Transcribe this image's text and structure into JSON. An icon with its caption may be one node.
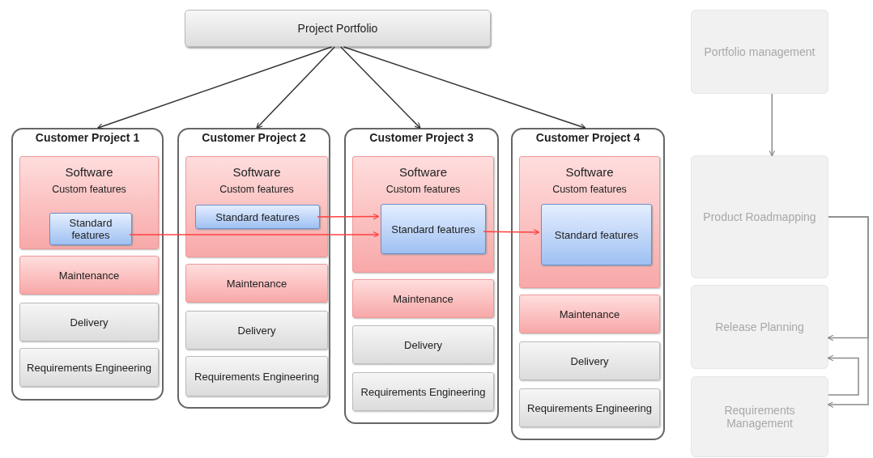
{
  "diagram": {
    "nodes": [
      {
        "text": [
          "Project Portfolio"
        ]
      },
      {
        "text": [
          "Customer Project 1"
        ]
      },
      {
        "text": [
          "Software",
          "Custom features"
        ],
        "in": 1
      },
      {
        "text": [
          "Standard features"
        ],
        "in": 2
      },
      {
        "text": [
          "Maintenance"
        ],
        "in": 1
      },
      {
        "text": [
          "Delivery"
        ],
        "in": 1
      },
      {
        "text": [
          "Requirements Engineering"
        ],
        "in": 1
      },
      {
        "text": [
          "Customer Project 2"
        ]
      },
      {
        "text": [
          "Software",
          "Custom features"
        ],
        "in": 7
      },
      {
        "text": [
          "Standard features"
        ],
        "in": 8
      },
      {
        "text": [
          "Maintenance"
        ],
        "in": 7
      },
      {
        "text": [
          "Delivery"
        ],
        "in": 7
      },
      {
        "text": [
          "Requirements Engineering"
        ],
        "in": 7
      },
      {
        "text": [
          "Customer Project 3"
        ]
      },
      {
        "text": [
          "Software",
          "Custom features"
        ],
        "in": 13
      },
      {
        "text": [
          "Standard features"
        ],
        "in": 14
      },
      {
        "text": [
          "Maintenance"
        ],
        "in": 13
      },
      {
        "text": [
          "Delivery"
        ],
        "in": 13
      },
      {
        "text": [
          "Requirements Engineering"
        ],
        "in": 13
      },
      {
        "text": [
          "Customer Project 4"
        ]
      },
      {
        "text": [
          "Software",
          "Custom features"
        ],
        "in": 19
      },
      {
        "text": [
          "Standard features"
        ],
        "in": 20
      },
      {
        "text": [
          "Maintenance"
        ],
        "in": 19
      },
      {
        "text": [
          "Delivery"
        ],
        "in": 19
      },
      {
        "text": [
          "Requirements Engineering"
        ],
        "in": 19
      },
      {
        "text": [
          "Portfolio management"
        ]
      },
      {
        "text": [
          "Product Roadmapping"
        ]
      },
      {
        "text": [
          "Release Planning"
        ]
      },
      {
        "text": [
          "Requirements Management"
        ]
      }
    ],
    "edges": [
      {
        "from": 0,
        "to": 1,
        "arrow": "to"
      },
      {
        "from": 0,
        "to": 7,
        "arrow": "to"
      },
      {
        "from": 0,
        "to": 13,
        "arrow": "to"
      },
      {
        "from": 0,
        "to": 19,
        "arrow": "to"
      },
      {
        "from": 3,
        "to": 15,
        "arrow": "to",
        "color": "#ff4040"
      },
      {
        "from": 9,
        "to": 15,
        "arrow": "to",
        "color": "#ff4040"
      },
      {
        "from": 15,
        "to": 21,
        "arrow": "to",
        "color": "#ff4040"
      },
      {
        "from": 25,
        "to": 26,
        "arrow": "to",
        "color": "#8a8a8a"
      },
      {
        "from": 26,
        "to": 27,
        "arrow": "to",
        "color": "#8a8a8a"
      },
      {
        "from": 26,
        "to": 28,
        "arrow": "to",
        "color": "#8a8a8a"
      },
      {
        "from": 28,
        "to": 27,
        "arrow": "to",
        "color": "#8a8a8a"
      }
    ]
  }
}
